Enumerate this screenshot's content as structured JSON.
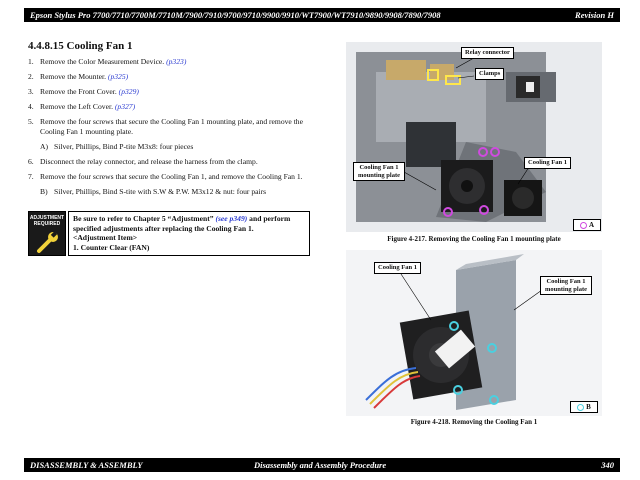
{
  "header": {
    "title": "Epson Stylus Pro 7700/7710/7700M/7710M/7900/7910/9700/9710/9900/9910/WT7900/WT7910/9890/9908/7890/7908",
    "revision": "Revision H"
  },
  "section": {
    "title": "4.4.8.15  Cooling Fan 1"
  },
  "steps": [
    {
      "num": "1.",
      "text": "Remove the Color Measurement Device. ",
      "ref": "(p323)"
    },
    {
      "num": "2.",
      "text": "Remove the Mounter. ",
      "ref": "(p325)"
    },
    {
      "num": "3.",
      "text": "Remove the Front Cover. ",
      "ref": "(p329)"
    },
    {
      "num": "4.",
      "text": "Remove the Left Cover. ",
      "ref": "(p327)"
    },
    {
      "num": "5.",
      "text": "Remove the four screws that secure the Cooling Fan 1 mounting plate, and remove the Cooling Fan 1 mounting plate.",
      "ref": ""
    },
    {
      "num": "A)",
      "text": "Silver, Phillips, Bind P-tite M3x8: four pieces",
      "ref": "",
      "sub": true
    },
    {
      "num": "6.",
      "text": "Disconnect the relay connector, and release the harness from the clamp.",
      "ref": ""
    },
    {
      "num": "7.",
      "text": "Remove the four screws that secure the Cooling Fan 1, and remove the Cooling Fan 1.",
      "ref": ""
    },
    {
      "num": "B)",
      "text": "Silver, Phillips, Bind S-tite with S.W & P.W. M3x12 & nut: four pairs",
      "ref": "",
      "sub": true
    }
  ],
  "adjustment": {
    "icon_line1": "ADJUSTMENT",
    "icon_line2": "REQUIRED",
    "text_before": "Be sure to refer to Chapter 5 “Adjustment” ",
    "ref": "(see p349)",
    "text_after": " and perform specified adjustments after replacing the Cooling Fan 1.",
    "item_header": "<Adjustment Item>",
    "item": "1.    Counter Clear (FAN)"
  },
  "figure1": {
    "caption": "Figure 4-217.  Removing the Cooling Fan 1 mounting plate",
    "callouts": {
      "relay": "Relay connector",
      "clamps": "Clamps",
      "plate": "Cooling Fan 1 mounting plate",
      "fan": "Cooling Fan 1"
    },
    "badge": "A"
  },
  "figure2": {
    "caption": "Figure 4-218.  Removing the Cooling Fan 1",
    "callouts": {
      "fan": "Cooling Fan 1",
      "plate": "Cooling Fan 1 mounting plate"
    },
    "badge": "B"
  },
  "footer": {
    "left": "DISASSEMBLY & ASSEMBLY",
    "center": "Disassembly and Assembly Procedure",
    "page": "340"
  },
  "colors": {
    "link": "#2b3bd1",
    "bar": "#000000",
    "highlight": "#ffe74a",
    "screw_a": "#d04ae0",
    "screw_b": "#4ad0e0"
  }
}
